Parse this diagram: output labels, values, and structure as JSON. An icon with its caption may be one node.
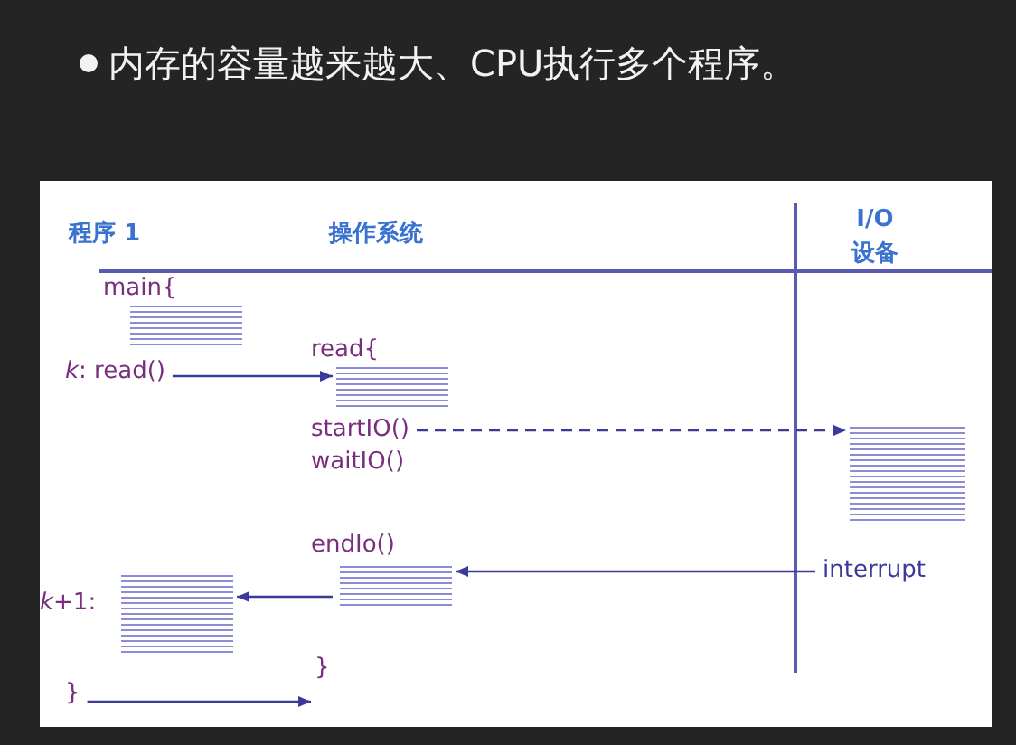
{
  "diagram": {
    "title": "内存的容量越来越大、CPU执行多个程序。",
    "nodes": [
      {
        "text": [
          "main{"
        ]
      },
      {
        "text": [
          "*k*: read()"
        ]
      },
      {
        "text": [
          "read{"
        ]
      },
      {
        "text": [
          "startIO()"
        ]
      },
      {
        "text": [
          "waitIO()"
        ]
      },
      {
        "text": [],
        "shape": "box"
      },
      {
        "text": [
          "interrupt"
        ]
      },
      {
        "text": [
          "endIo()"
        ]
      },
      {
        "text": [
          "*k*+1:"
        ]
      },
      {
        "text": [
          "}"
        ]
      },
      {
        "text": [
          "}"
        ]
      }
    ],
    "edges": [
      {
        "from": 1,
        "to": 2,
        "arrow": "to"
      },
      {
        "from": 3,
        "to": 5,
        "arrow": "to",
        "style": "dashed"
      },
      {
        "from": 6,
        "to": 7,
        "arrow": "to"
      },
      {
        "from": 7,
        "to": 8,
        "arrow": "to"
      },
      {
        "from": 10,
        "to": 9,
        "arrow": "to"
      }
    ],
    "labels": [
      "程序 1",
      "操作系统",
      "I/O 设备"
    ]
  }
}
